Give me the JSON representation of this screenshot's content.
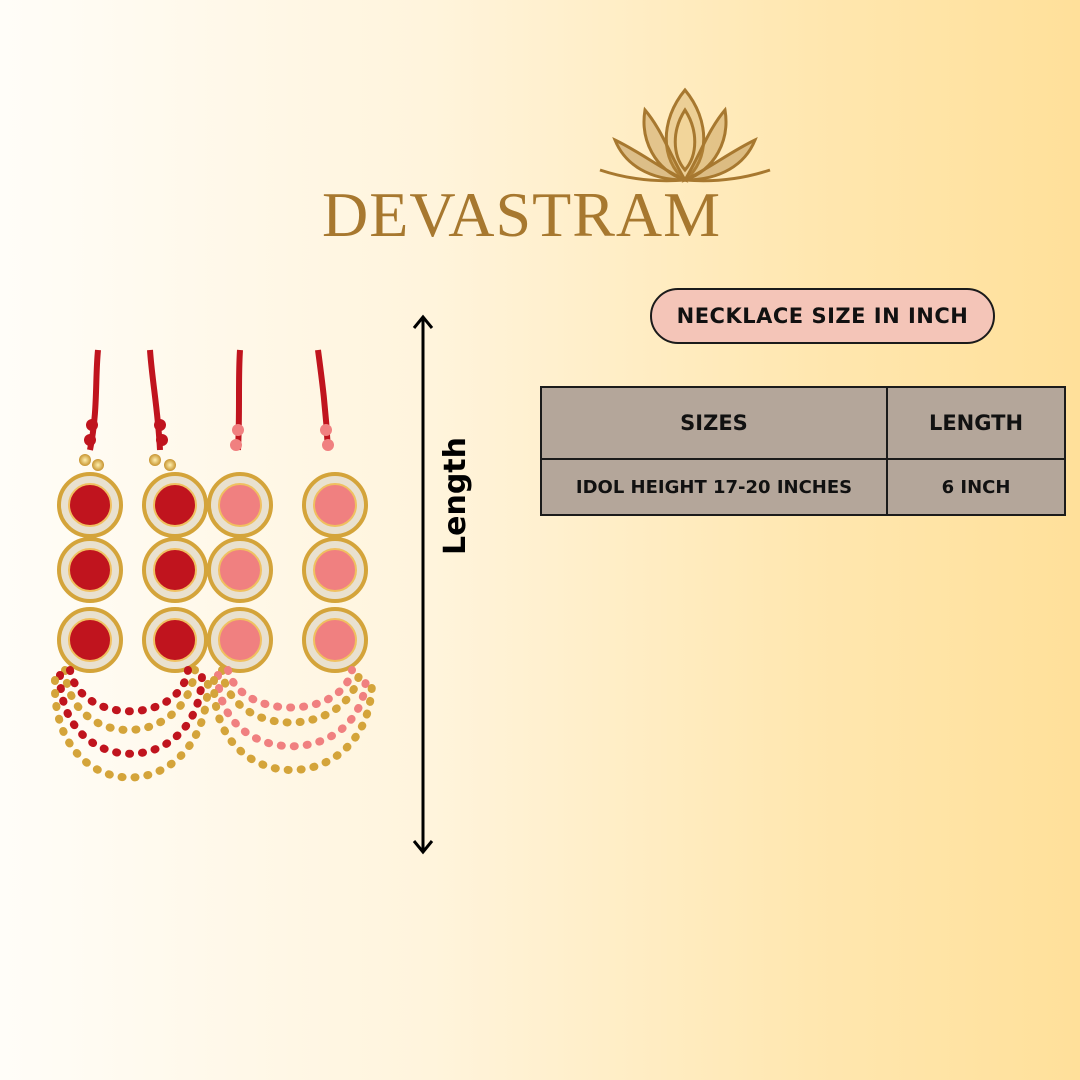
{
  "brand": {
    "name": "DEVASTRAM",
    "color": "#a7782f",
    "emblem": "lotus-icon"
  },
  "product_image": {
    "subject": "necklace-pair-icon",
    "colors": {
      "red": "#c0141e",
      "pink": "#f08080",
      "gold": "#d4a43a"
    }
  },
  "dimension": {
    "label": "Length"
  },
  "size_badge": {
    "label": "NECKLACE SIZE IN INCH",
    "color": "#f4c5b8"
  },
  "size_table": {
    "headers": [
      "SIZES",
      "LENGTH"
    ],
    "rows": [
      {
        "size": "IDOL HEIGHT 17-20 INCHES",
        "length": "6 INCH"
      }
    ],
    "color": "#b4a69a"
  }
}
